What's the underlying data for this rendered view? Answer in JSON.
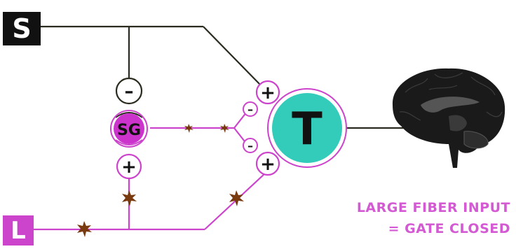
{
  "diagram": {
    "s_label": "S",
    "l_label": "L",
    "sg_label": "SG",
    "t_label": "T",
    "plus_sign": "+",
    "minus_sign": "–",
    "caption_line1": "LARGE FIBER INPUT",
    "caption_line2": "= GATE CLOSED"
  },
  "colors": {
    "small_fiber": "#2a2a1e",
    "large_fiber": "#cc44cc",
    "sg_fill": "#cc33cc",
    "t_fill": "#33ccbb",
    "caption": "#d35ad3",
    "spark": "#7a3a10",
    "brain": "#1a1a1a"
  }
}
